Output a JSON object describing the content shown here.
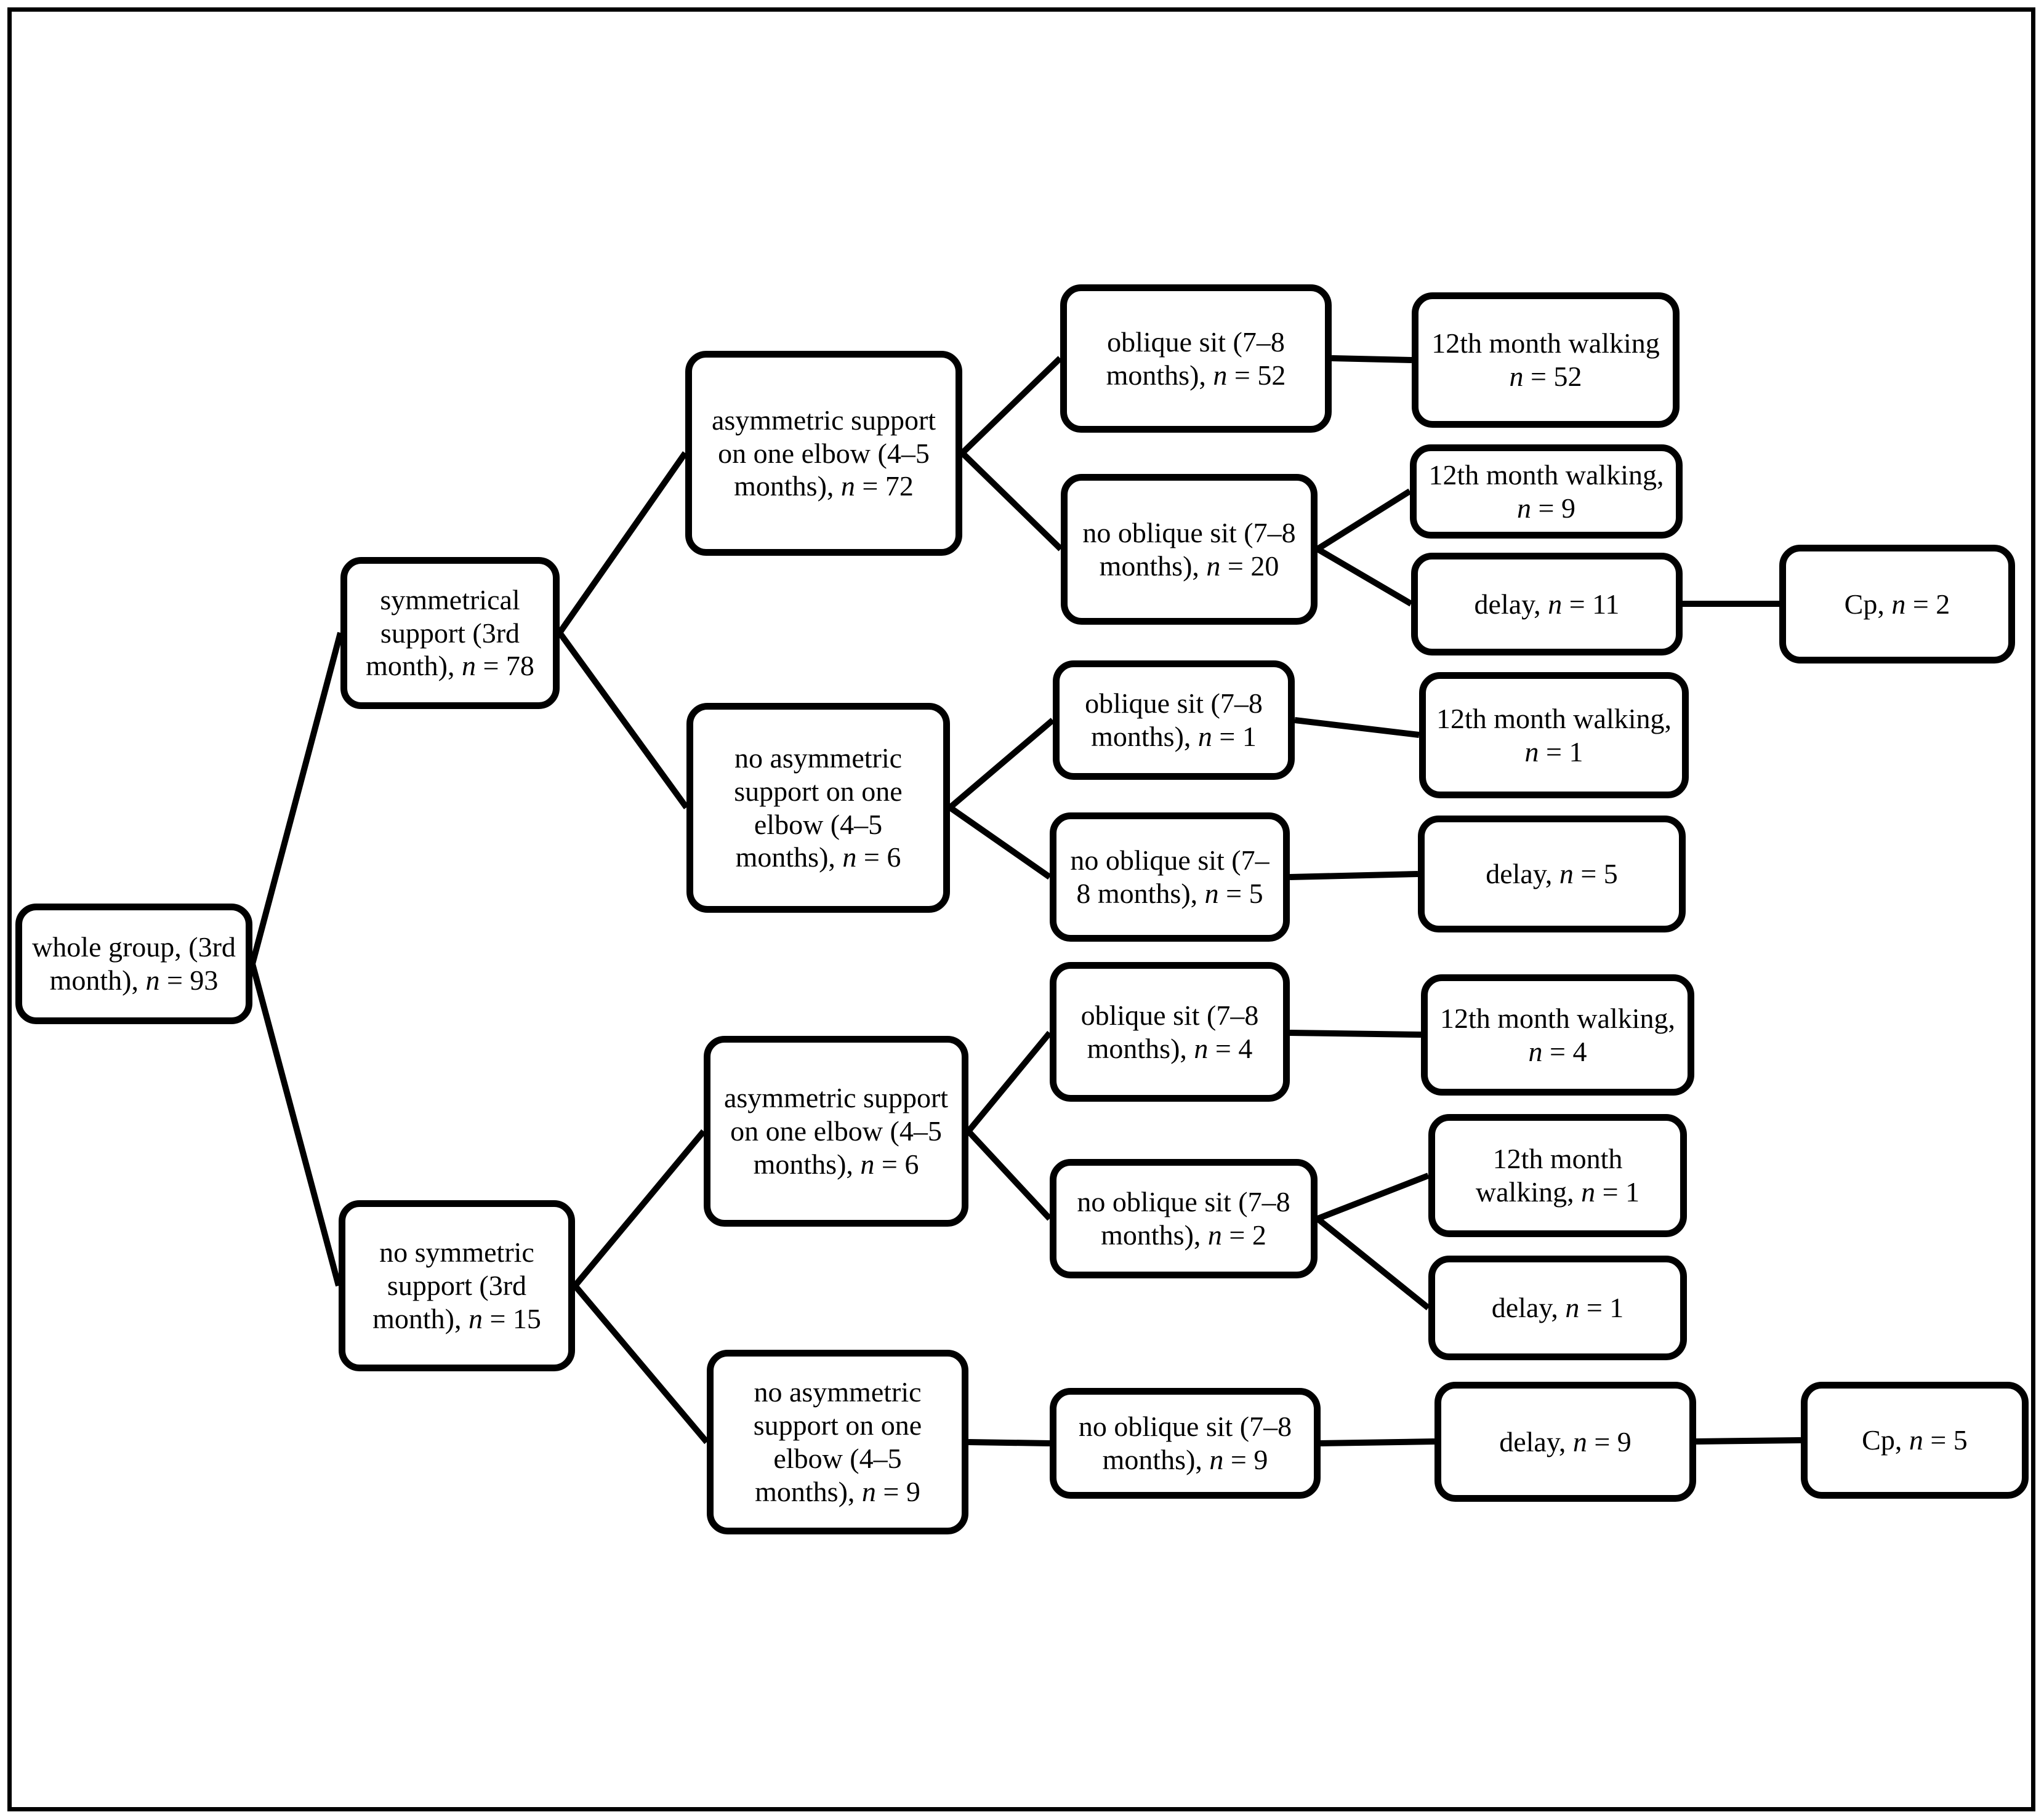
{
  "diagram": {
    "description": "Decision tree of motor development milestones from 3rd month posture to 12th month walking outcome",
    "accent_color": "#000000",
    "background_color": "#ffffff",
    "nodes": [
      {
        "id": "whole-group",
        "text": "whole group, (3rd month),  n = 93"
      },
      {
        "id": "symmetrical-support",
        "text": "symmetrical support (3rd month), n = 78"
      },
      {
        "id": "no-symmetric-support",
        "text": "no symmetric support (3rd month), n = 15"
      },
      {
        "id": "asym-support-72",
        "text": "asymmetric support on one elbow  (4–5 months), n = 72"
      },
      {
        "id": "no-asym-support-6",
        "text": "no asymmetric support on one elbow (4–5 months), n = 6"
      },
      {
        "id": "asym-support-6",
        "text": "asymmetric support on one elbow  (4–5 months), n = 6"
      },
      {
        "id": "no-asym-support-9",
        "text": "no asymmetric support on one elbow  (4–5 months), n = 9"
      },
      {
        "id": "oblique-sit-52",
        "text": "oblique sit (7–8 months), n = 52"
      },
      {
        "id": "no-oblique-sit-20",
        "text": "no oblique sit (7–8 months), n = 20"
      },
      {
        "id": "oblique-sit-1",
        "text": "oblique sit  (7–8 months),  n = 1"
      },
      {
        "id": "no-oblique-sit-5",
        "text": "no oblique sit (7–8 months),  n = 5"
      },
      {
        "id": "oblique-sit-4",
        "text": "oblique sit (7–8 months),  n = 4"
      },
      {
        "id": "no-oblique-sit-2",
        "text": "no oblique sit (7–8 months), n = 2"
      },
      {
        "id": "no-oblique-sit-9",
        "text": "no oblique sit (7–8 months), n = 9"
      },
      {
        "id": "walking-52",
        "text": "12th month walking n = 52"
      },
      {
        "id": "walking-9",
        "text": "12th month walking, n = 9"
      },
      {
        "id": "delay-11",
        "text": "delay, n = 11"
      },
      {
        "id": "cp-2",
        "text": "Cp,  n = 2"
      },
      {
        "id": "walking-1a",
        "text": "12th month walking, n = 1"
      },
      {
        "id": "delay-5",
        "text": "delay, n = 5"
      },
      {
        "id": "walking-4",
        "text": "12th month walking, n = 4"
      },
      {
        "id": "walking-1b",
        "text": "12th month walking, n = 1"
      },
      {
        "id": "delay-1",
        "text": "delay, n = 1"
      },
      {
        "id": "delay-9",
        "text": "delay, n = 9"
      },
      {
        "id": "cp-5",
        "text": "Cp, n = 5"
      }
    ],
    "edges": [
      {
        "from": "whole-group",
        "to": "symmetrical-support"
      },
      {
        "from": "whole-group",
        "to": "no-symmetric-support"
      },
      {
        "from": "symmetrical-support",
        "to": "asym-support-72"
      },
      {
        "from": "symmetrical-support",
        "to": "no-asym-support-6"
      },
      {
        "from": "no-symmetric-support",
        "to": "asym-support-6"
      },
      {
        "from": "no-symmetric-support",
        "to": "no-asym-support-9"
      },
      {
        "from": "asym-support-72",
        "to": "oblique-sit-52"
      },
      {
        "from": "asym-support-72",
        "to": "no-oblique-sit-20"
      },
      {
        "from": "no-asym-support-6",
        "to": "oblique-sit-1"
      },
      {
        "from": "no-asym-support-6",
        "to": "no-oblique-sit-5"
      },
      {
        "from": "asym-support-6",
        "to": "oblique-sit-4"
      },
      {
        "from": "asym-support-6",
        "to": "no-oblique-sit-2"
      },
      {
        "from": "no-asym-support-9",
        "to": "no-oblique-sit-9"
      },
      {
        "from": "oblique-sit-52",
        "to": "walking-52"
      },
      {
        "from": "no-oblique-sit-20",
        "to": "walking-9"
      },
      {
        "from": "no-oblique-sit-20",
        "to": "delay-11"
      },
      {
        "from": "delay-11",
        "to": "cp-2"
      },
      {
        "from": "oblique-sit-1",
        "to": "walking-1a"
      },
      {
        "from": "no-oblique-sit-5",
        "to": "delay-5"
      },
      {
        "from": "oblique-sit-4",
        "to": "walking-4"
      },
      {
        "from": "no-oblique-sit-2",
        "to": "walking-1b"
      },
      {
        "from": "no-oblique-sit-2",
        "to": "delay-1"
      },
      {
        "from": "no-oblique-sit-9",
        "to": "delay-9"
      },
      {
        "from": "delay-9",
        "to": "cp-5"
      }
    ]
  }
}
